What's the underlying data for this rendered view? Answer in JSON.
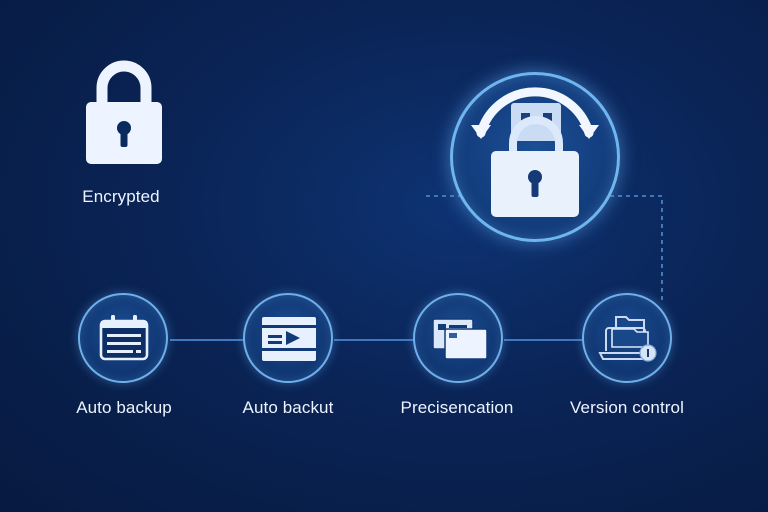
{
  "encrypted": {
    "label": "Encrypted",
    "icon": "padlock-icon"
  },
  "hero": {
    "icon": "usb-drive-lock-icon"
  },
  "steps": [
    {
      "label": "Auto backup",
      "icon": "calendar-icon"
    },
    {
      "label": "Auto backut",
      "icon": "video-play-icon"
    },
    {
      "label": "Precisencation",
      "icon": "cards-icon"
    },
    {
      "label": "Version control",
      "icon": "laptop-folder-icon"
    }
  ],
  "colors": {
    "background": "#0a2456",
    "accent": "#6fb0ea",
    "icon": "#e8f2ff"
  }
}
